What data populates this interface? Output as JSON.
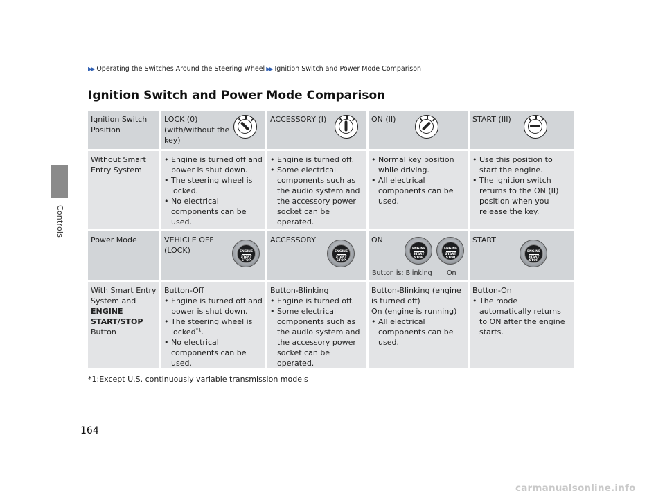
{
  "side": {
    "label": "Controls"
  },
  "breadcrumb": {
    "part1": "Operating the Switches Around the Steering Wheel",
    "part2": "Ignition Switch and Power Mode Comparison"
  },
  "page_title": "Ignition Switch and Power Mode Comparison",
  "ignition_header": {
    "c0": "Ignition Switch Position",
    "c1": "LOCK (0) (with/without the key)",
    "c2": "ACCESSORY (I)",
    "c3": "ON (II)",
    "c4": "START (III)"
  },
  "without_smart": {
    "c0": "Without Smart Entry System",
    "c1": [
      "Engine is turned off and power is shut down.",
      "The steering wheel is locked.",
      "No electrical components can be used."
    ],
    "c2": [
      "Engine is turned off.",
      "Some electrical components such as the audio system and the accessory power socket can be operated."
    ],
    "c3": [
      "Normal key position while driving.",
      "All electrical components can be used."
    ],
    "c4": [
      "Use this position to start the engine.",
      "The ignition switch returns to the ON (II) position when you release the key."
    ]
  },
  "power_header": {
    "c0": "Power Mode",
    "c1": "VEHICLE OFF (LOCK)",
    "c2": "ACCESSORY",
    "c3": "ON",
    "c4": "START",
    "blinking_label": "Button is: Blinking",
    "on_label": "On"
  },
  "with_smart": {
    "c0_prefix": "With Smart Entry System and ",
    "c0_bold": "ENGINE START/STOP",
    "c0_suffix": " Button",
    "c1_head": "Button-Off",
    "c1_bullets": [
      "Engine is turned off and power is shut down.",
      "The steering wheel is locked",
      "No electrical components can be used."
    ],
    "c1_sup": "*1",
    "c2_head": "Button-Blinking",
    "c2_bullets": [
      "Engine is turned off.",
      "Some electrical components such as the audio system and the accessory power socket can be operated."
    ],
    "c3_head1": "Button-Blinking (engine is turned off)",
    "c3_head2": "On (engine is running)",
    "c3_bullets": [
      "All electrical components can be used."
    ],
    "c4_head": "Button-On",
    "c4_bullets": [
      "The mode automatically returns to ON after the engine starts."
    ]
  },
  "button_face_text": [
    "ENGINE",
    "START",
    "STOP"
  ],
  "footnote": "*1:Except U.S. continuously variable transmission models",
  "page_number": "164",
  "watermark": "carmanualsonline.info"
}
